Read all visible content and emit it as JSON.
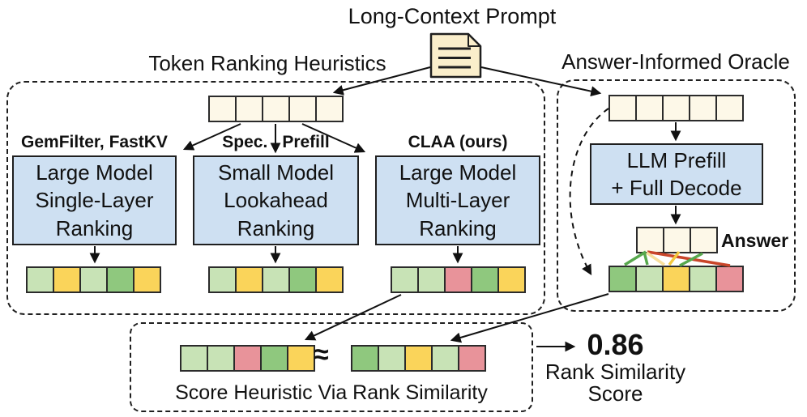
{
  "palette": {
    "cream": "#FDF8E8",
    "document_cream": "#FAEECB",
    "box_blue": "#CEE0F2",
    "dark_green": "#8FC87E",
    "light_green": "#C8E3B6",
    "yellow": "#FAD45A",
    "red": "#E8939A",
    "attn_green": "#57A84C",
    "attn_yellow": "#F4C83F",
    "attn_pale_yellow": "#F8DF9C",
    "attn_red": "#C9452A"
  },
  "header": {
    "title": "Long-Context Prompt",
    "icon": "document-icon"
  },
  "prompt_tokens": [
    "cream",
    "cream",
    "cream",
    "cream",
    "cream"
  ],
  "left_section": {
    "title": "Token Ranking Heuristics",
    "methods": [
      {
        "label": "GemFilter, FastKV",
        "box": "Large Model\nSingle-Layer\nRanking",
        "ranking": [
          "light_green",
          "yellow",
          "light_green",
          "dark_green",
          "yellow"
        ]
      },
      {
        "label_parts": [
          "Spec.",
          "Prefill"
        ],
        "box": "Small Model\nLookahead\nRanking",
        "ranking": [
          "light_green",
          "yellow",
          "light_green",
          "dark_green",
          "yellow"
        ]
      },
      {
        "label": "CLAA (ours)",
        "box": "Large Model\nMulti-Layer\nRanking",
        "ranking": [
          "light_green",
          "light_green",
          "red",
          "dark_green",
          "yellow"
        ]
      }
    ]
  },
  "right_section": {
    "title": "Answer-Informed Oracle",
    "box": "LLM Prefill\n+ Full Decode",
    "answer_label": "Answer",
    "answer_tokens": [
      "cream",
      "cream",
      "cream"
    ],
    "ranking": [
      "dark_green",
      "light_green",
      "yellow",
      "light_green",
      "red"
    ]
  },
  "bottom_section": {
    "caption": "Score Heuristic Via Rank Similarity",
    "approx_symbol": "≈",
    "heuristic_ranking": [
      "light_green",
      "light_green",
      "red",
      "dark_green",
      "yellow"
    ],
    "oracle_ranking": [
      "dark_green",
      "light_green",
      "yellow",
      "light_green",
      "red"
    ]
  },
  "score": {
    "value": "0.86",
    "label_line1": "Rank Similarity",
    "label_line2": "Score"
  }
}
